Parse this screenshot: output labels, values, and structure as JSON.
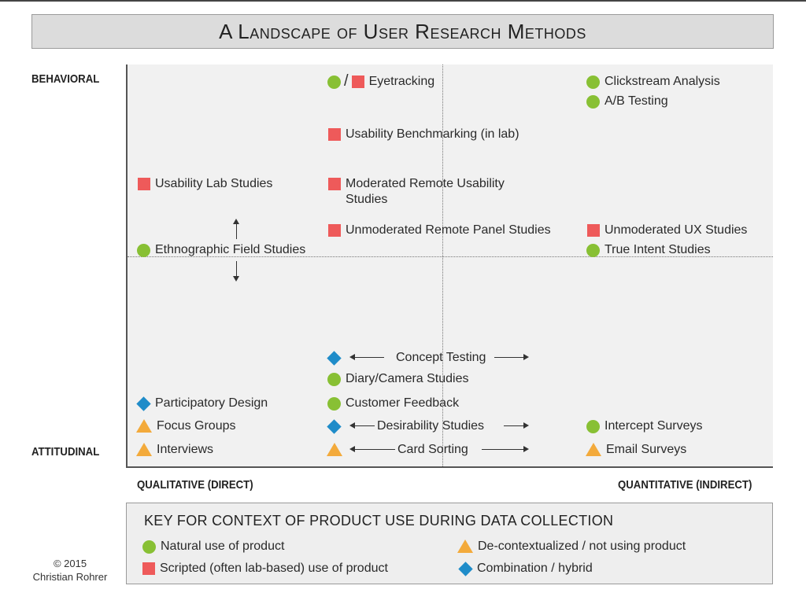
{
  "title": "A Landscape of User Research Methods",
  "axes": {
    "top": "BEHAVIORAL",
    "bottom": "ATTITUDINAL",
    "left": "QUALITATIVE (DIRECT)",
    "right": "QUANTITATIVE (INDIRECT)"
  },
  "marker_colors": {
    "natural": "#88c034",
    "scripted": "#ee5a5a",
    "decontextualized": "#f3aa3b",
    "combination": "#1f8cc9"
  },
  "methods": {
    "eyetracking": "Eyetracking",
    "clickstream": "Clickstream Analysis",
    "ab_testing": "A/B Testing",
    "usability_benchmarking": "Usability Benchmarking (in lab)",
    "usability_lab": "Usability Lab Studies",
    "moderated_remote": "Moderated Remote Usability Studies",
    "unmoderated_panel": "Unmoderated Remote Panel Studies",
    "unmoderated_ux": "Unmoderated UX Studies",
    "ethnographic": "Ethnographic Field Studies",
    "true_intent": "True Intent Studies",
    "concept_testing": "Concept Testing",
    "diary_camera": "Diary/Camera Studies",
    "participatory": "Participatory Design",
    "customer_feedback": "Customer Feedback",
    "focus_groups": "Focus Groups",
    "desirability": "Desirability Studies",
    "intercept_surveys": "Intercept Surveys",
    "interviews": "Interviews",
    "card_sorting": "Card Sorting",
    "email_surveys": "Email Surveys"
  },
  "key": {
    "title": "KEY FOR CONTEXT OF PRODUCT USE DURING DATA COLLECTION",
    "natural": "Natural use of product",
    "scripted": "Scripted (often lab-based) use of product",
    "decontextualized": "De-contextualized / not using product",
    "combination": "Combination / hybrid"
  },
  "copyright": {
    "line1": "© 2015",
    "line2": "Christian Rohrer"
  }
}
